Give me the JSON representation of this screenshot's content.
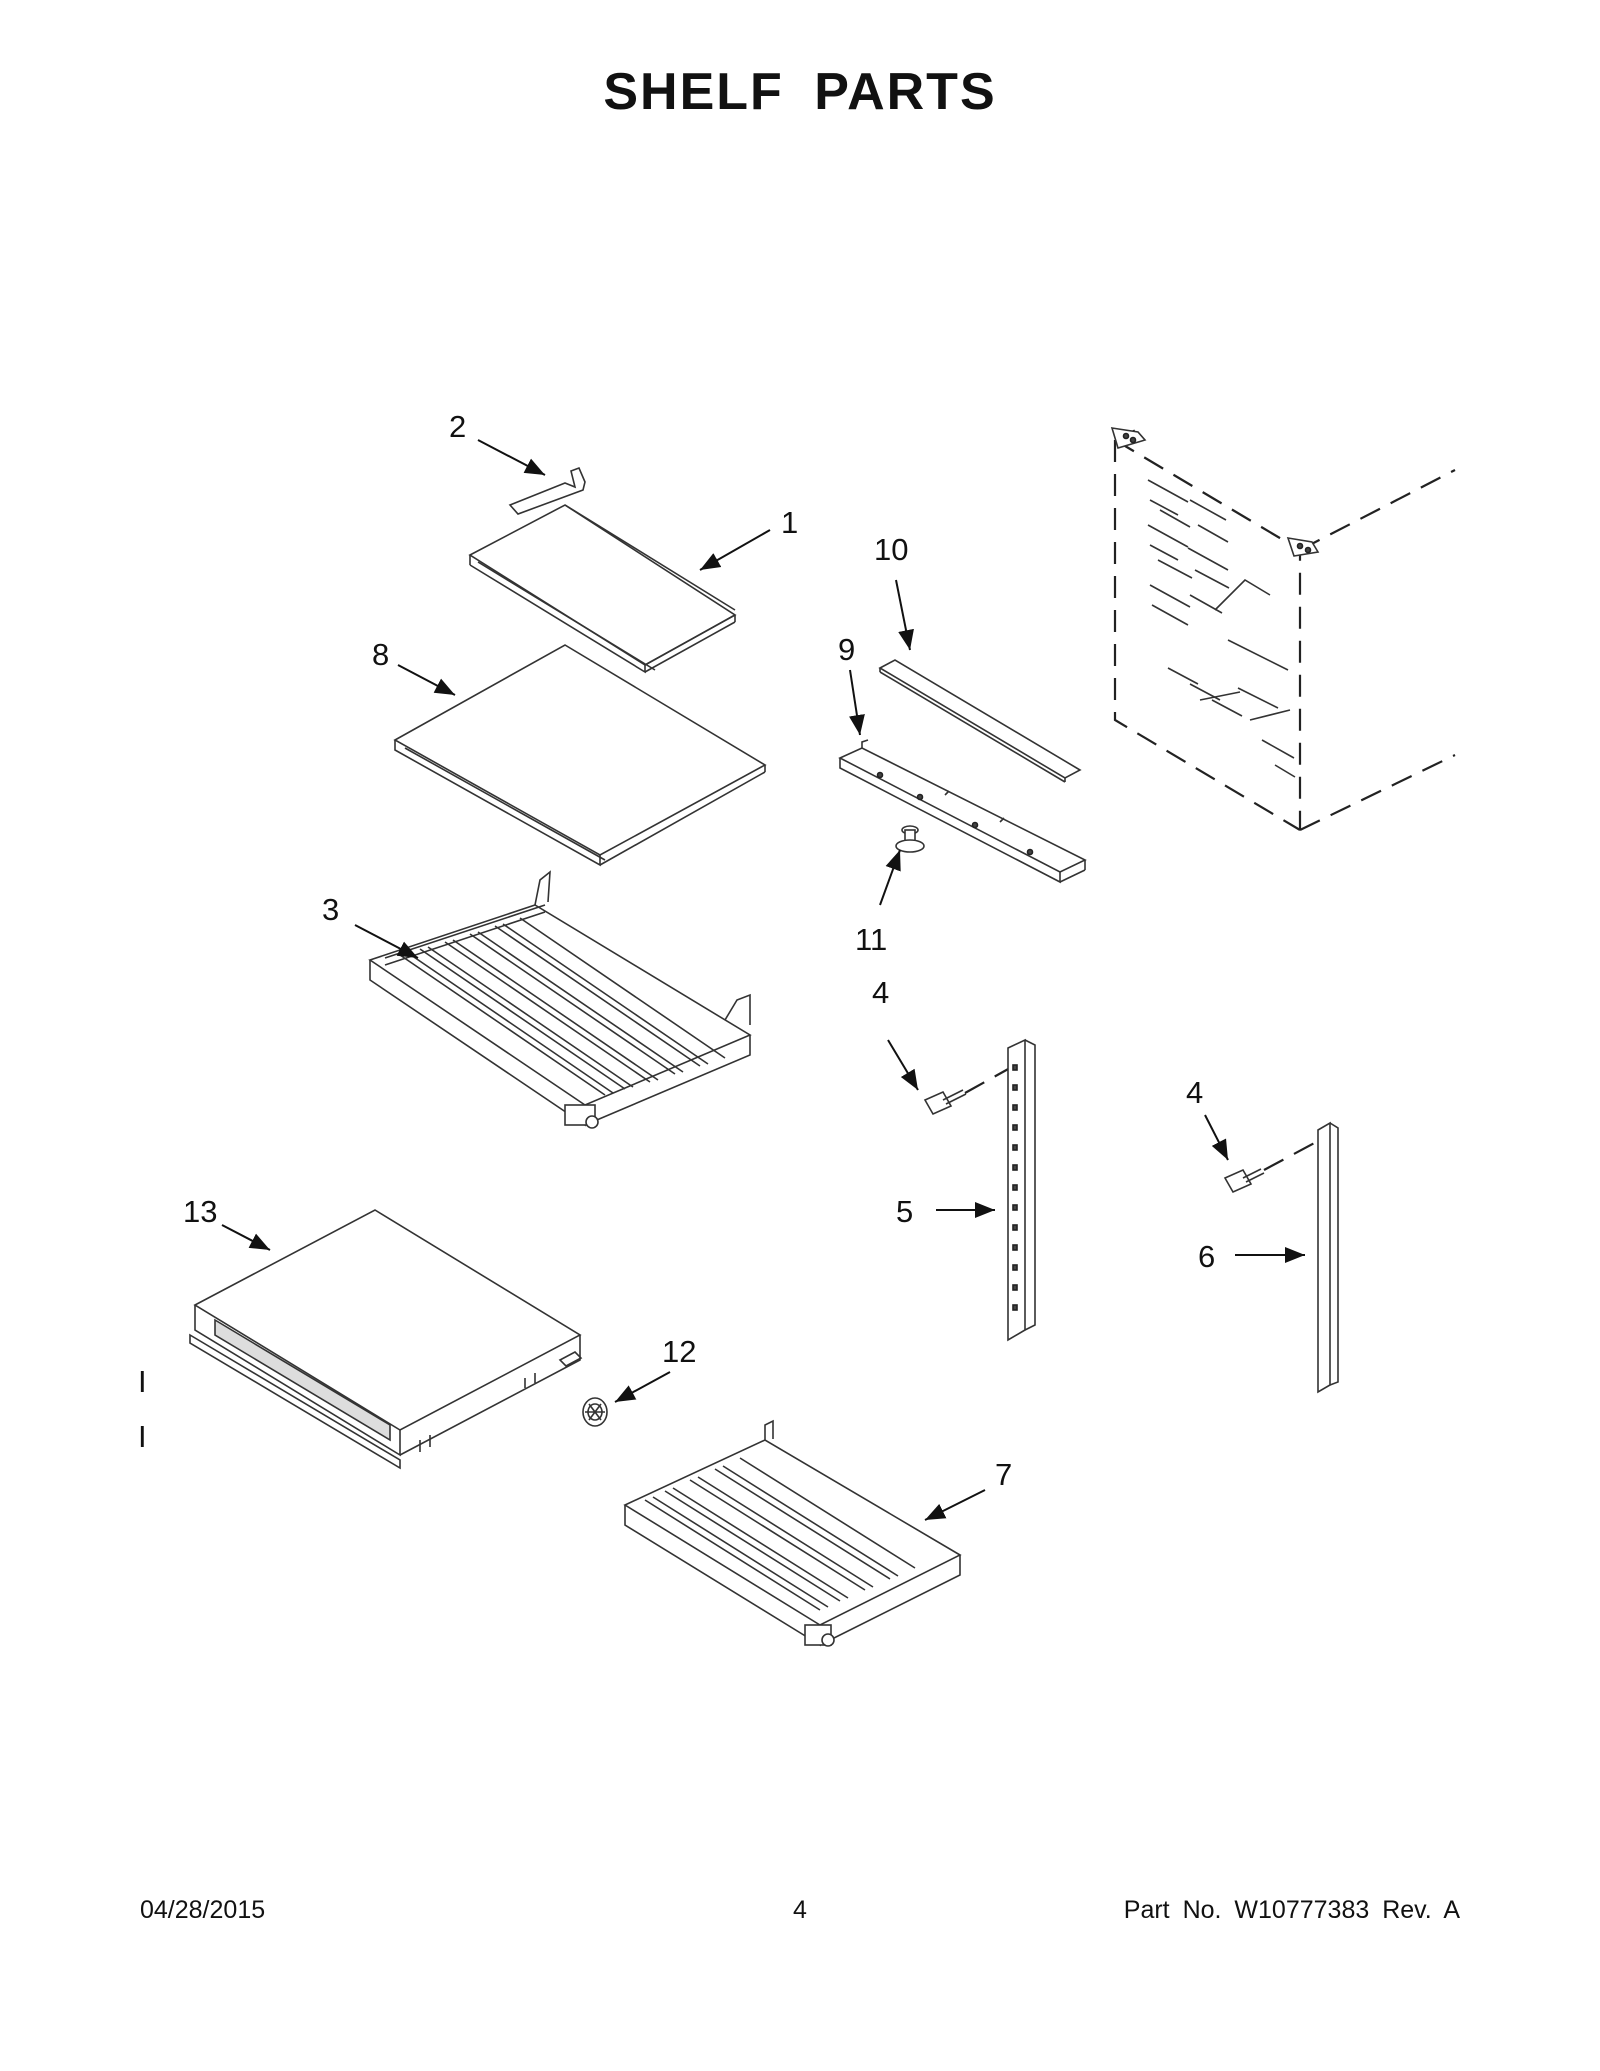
{
  "page_title": "SHELF  PARTS",
  "callouts": [
    {
      "id": "c1",
      "label": "1"
    },
    {
      "id": "c2",
      "label": "2"
    },
    {
      "id": "c3",
      "label": "3"
    },
    {
      "id": "c4a",
      "label": "4"
    },
    {
      "id": "c4b",
      "label": "4"
    },
    {
      "id": "c5",
      "label": "5"
    },
    {
      "id": "c6",
      "label": "6"
    },
    {
      "id": "c7",
      "label": "7"
    },
    {
      "id": "c8",
      "label": "8"
    },
    {
      "id": "c9",
      "label": "9"
    },
    {
      "id": "c10",
      "label": "10"
    },
    {
      "id": "c11",
      "label": "11"
    },
    {
      "id": "c12",
      "label": "12"
    },
    {
      "id": "c13",
      "label": "13"
    }
  ],
  "margin_marks": [
    "I",
    "I"
  ],
  "footer": {
    "date": "04/28/2015",
    "page_number": "4",
    "part_number": "Part No.  W10777383  Rev.  A"
  }
}
